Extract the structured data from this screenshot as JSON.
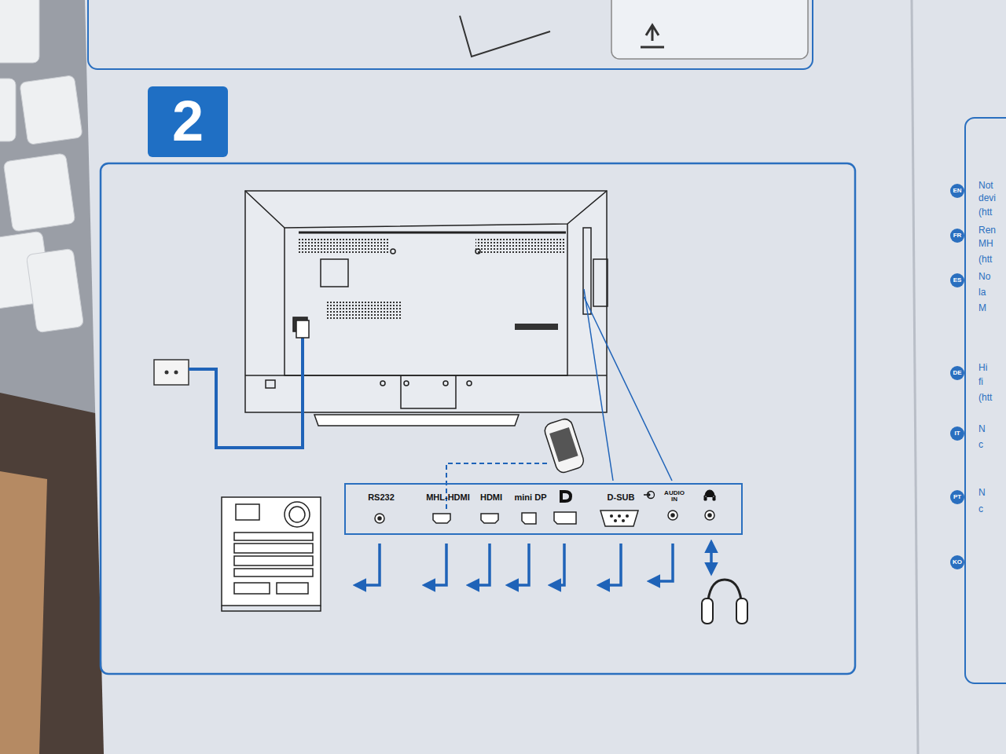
{
  "diagram": {
    "nodes": [
      {
        "text": [
          "2"
        ]
      },
      {
        "text": [
          "RS232",
          "MHL-HDMI",
          "HDMI",
          "mini DP",
          "D-SUB",
          "AUDIO IN"
        ]
      }
    ],
    "labels": [
      "EN",
      "Not",
      "devi",
      "(htt",
      "FR",
      "Ren",
      "MH",
      "(htt",
      "ES",
      "No",
      "la",
      "M",
      "DE",
      "Hi",
      "fi",
      "(htt",
      "IT",
      "N",
      "c",
      "PT",
      "N",
      "c",
      "KO"
    ]
  }
}
